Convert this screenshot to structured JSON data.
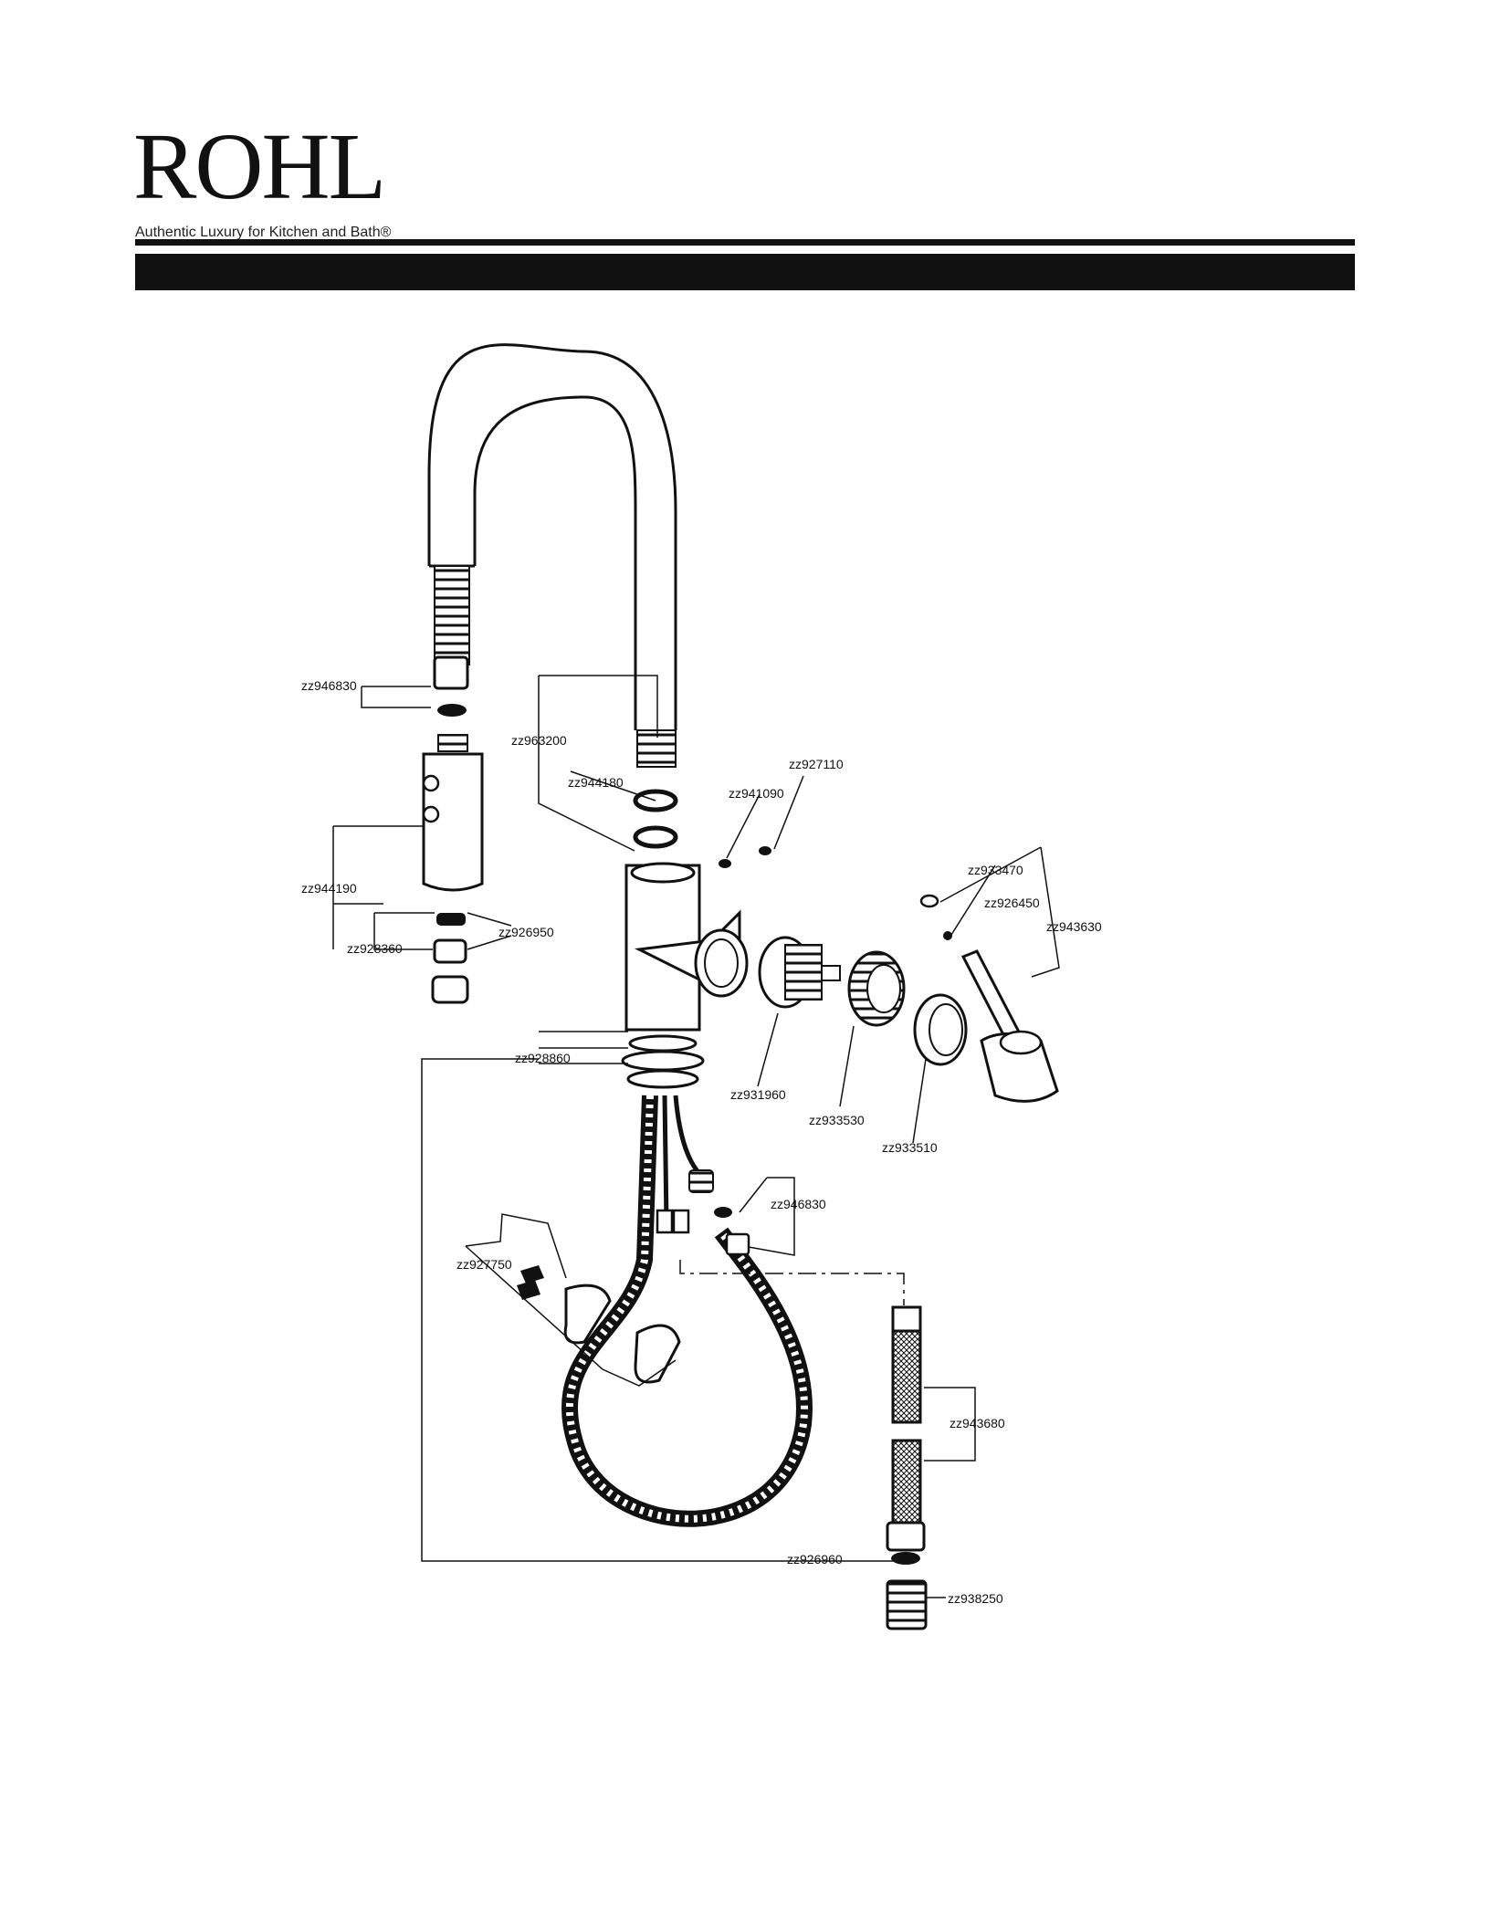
{
  "brand": {
    "logo_text": "ROHL",
    "tagline": "Authentic Luxury for Kitchen and Bath®"
  },
  "title_bar": {
    "text": ""
  },
  "parts": [
    {
      "id": "p1",
      "label": "zz946830"
    },
    {
      "id": "p2",
      "label": "zz963200"
    },
    {
      "id": "p3",
      "label": "zz944180"
    },
    {
      "id": "p4",
      "label": "zz927110"
    },
    {
      "id": "p5",
      "label": "zz941090"
    },
    {
      "id": "p6",
      "label": "zz944190"
    },
    {
      "id": "p7",
      "label": "zz926950"
    },
    {
      "id": "p8",
      "label": "zz928360"
    },
    {
      "id": "p9",
      "label": "zz933470"
    },
    {
      "id": "p10",
      "label": "zz926450"
    },
    {
      "id": "p11",
      "label": "zz943630"
    },
    {
      "id": "p12",
      "label": "zz928860"
    },
    {
      "id": "p13",
      "label": "zz931960"
    },
    {
      "id": "p14",
      "label": "zz933530"
    },
    {
      "id": "p15",
      "label": "zz933510"
    },
    {
      "id": "p16",
      "label": "zz946830"
    },
    {
      "id": "p17",
      "label": "zz927750"
    },
    {
      "id": "p18",
      "label": "zz943680"
    },
    {
      "id": "p19",
      "label": "zz926960"
    },
    {
      "id": "p20",
      "label": "zz938250"
    }
  ],
  "colors": {
    "ink": "#111111",
    "background": "#ffffff"
  }
}
